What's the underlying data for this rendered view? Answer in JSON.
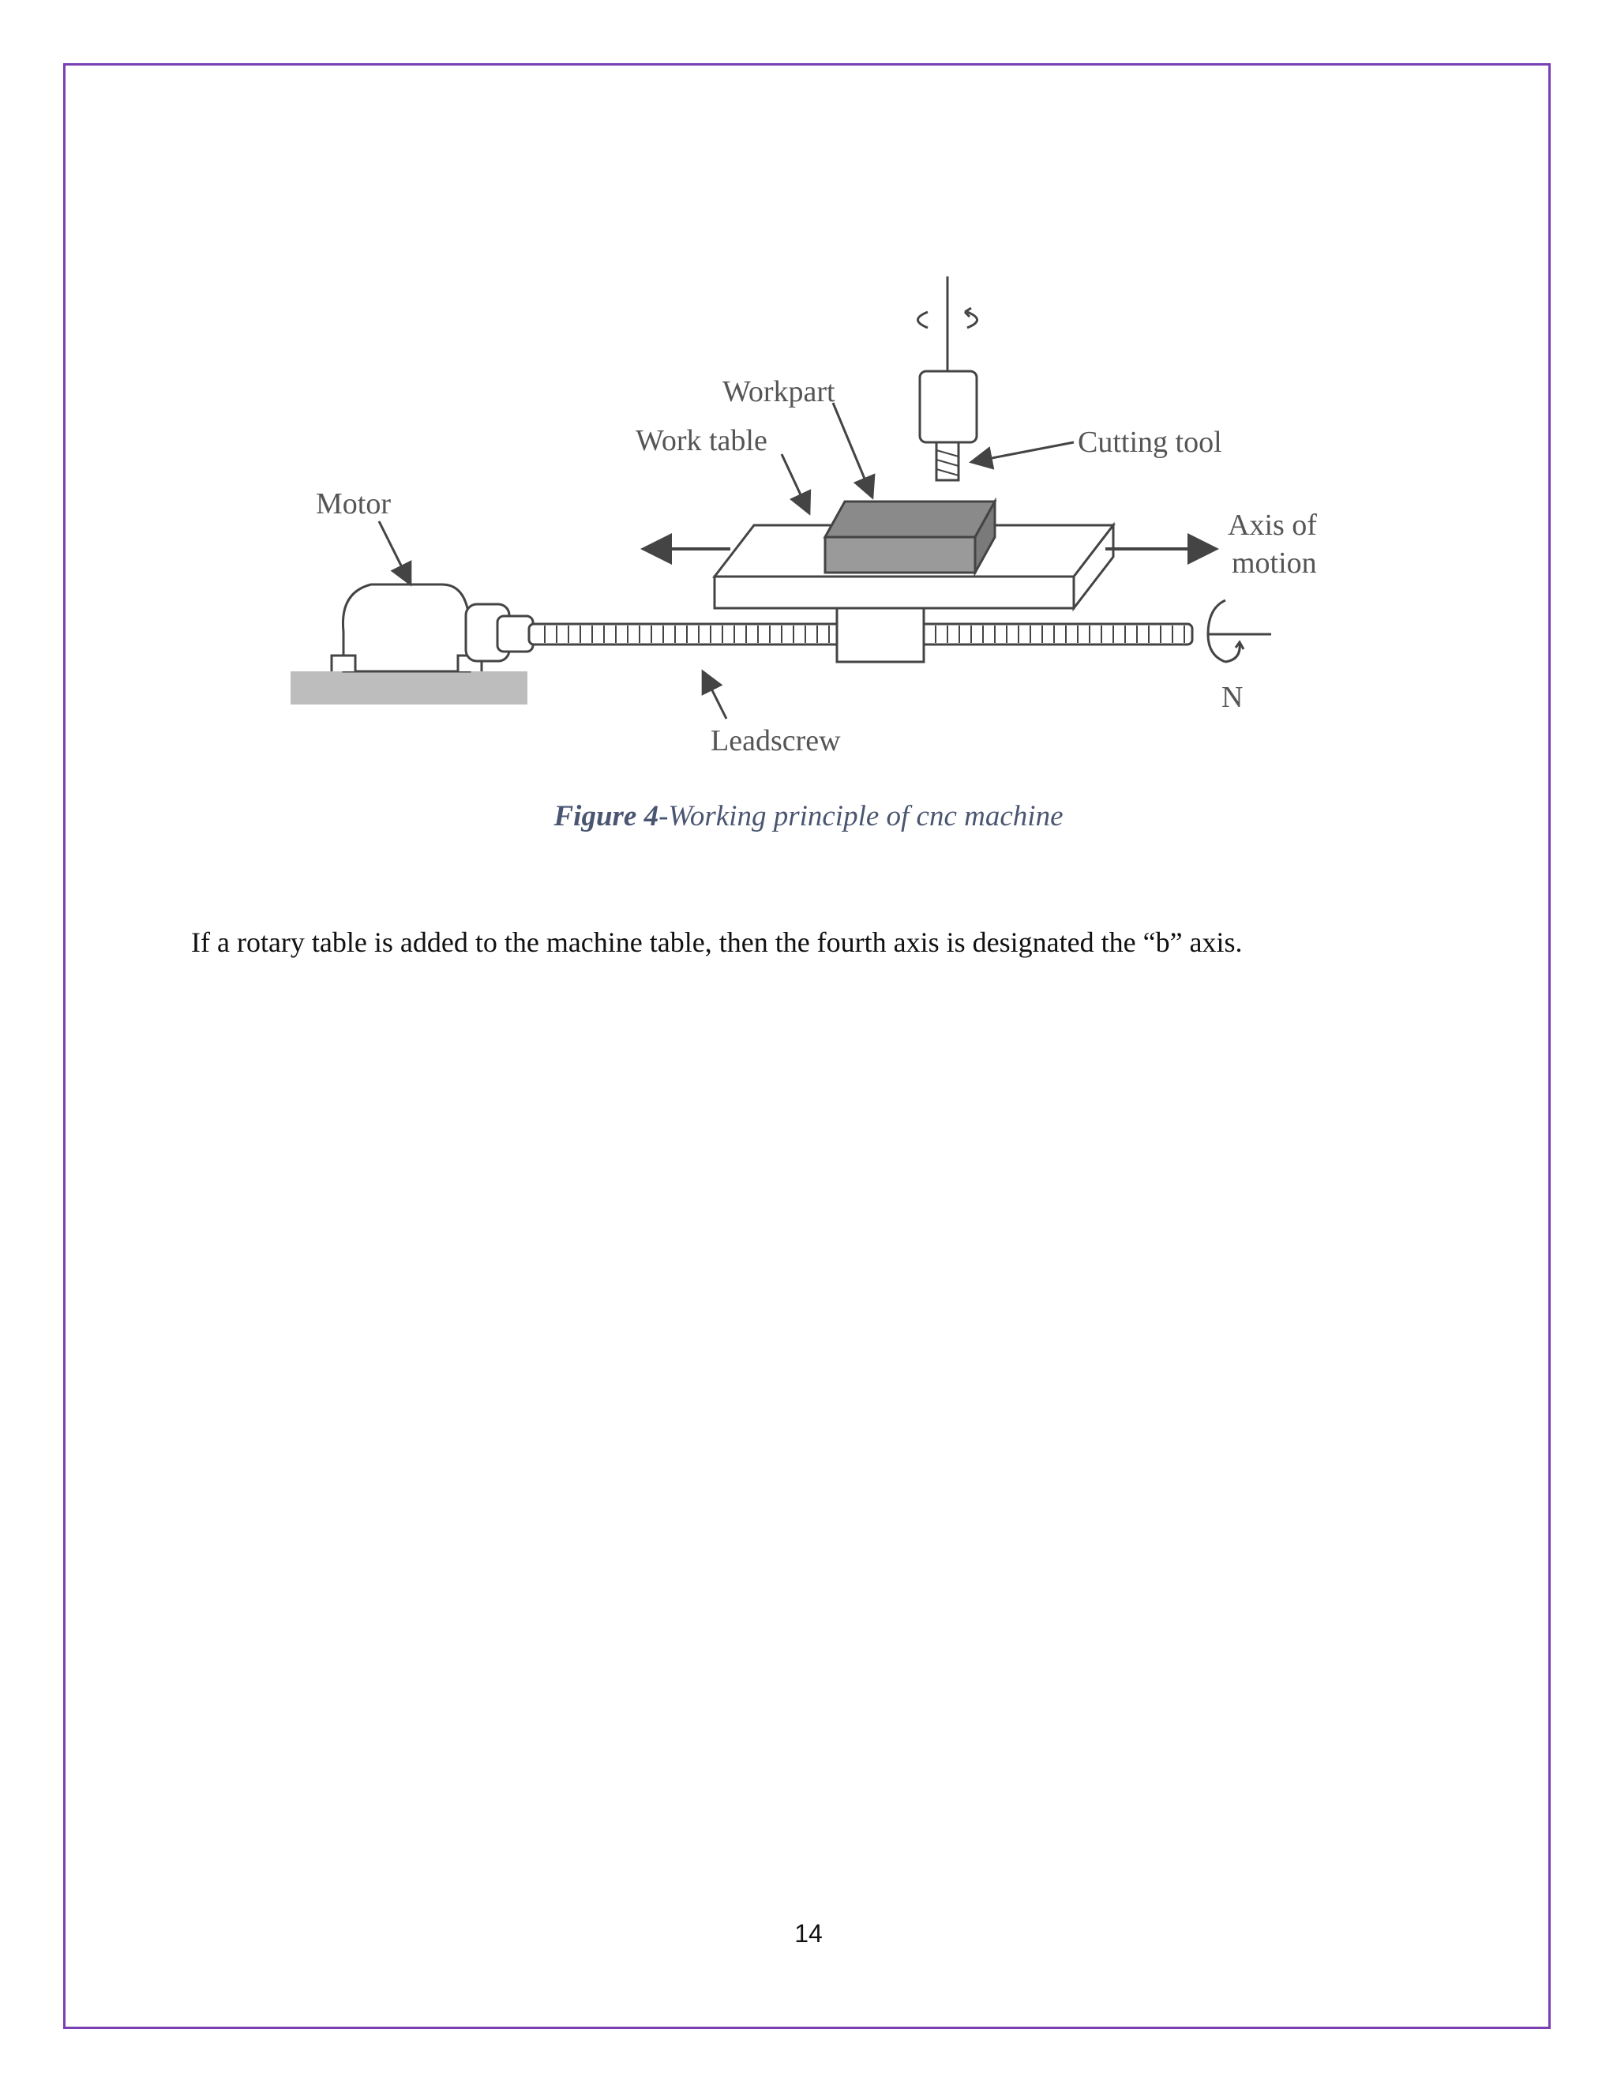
{
  "figure": {
    "labels": {
      "workpart": "Workpart",
      "work_table": "Work table",
      "cutting_tool": "Cutting tool",
      "motor": "Motor",
      "axis_of": "Axis of",
      "motion": "motion",
      "leadscrew": "Leadscrew",
      "n": "N"
    }
  },
  "caption": {
    "figure_number": "Figure 4",
    "text": "-Working principle  of cnc machine"
  },
  "body": {
    "paragraph": "If a rotary  table  is  added to the  machine   table,  then  the  fourth   axis  is  designated   the “b” axis."
  },
  "page": {
    "number": "14"
  },
  "colors": {
    "border": "#7a3fb3",
    "caption": "#4a5671"
  }
}
